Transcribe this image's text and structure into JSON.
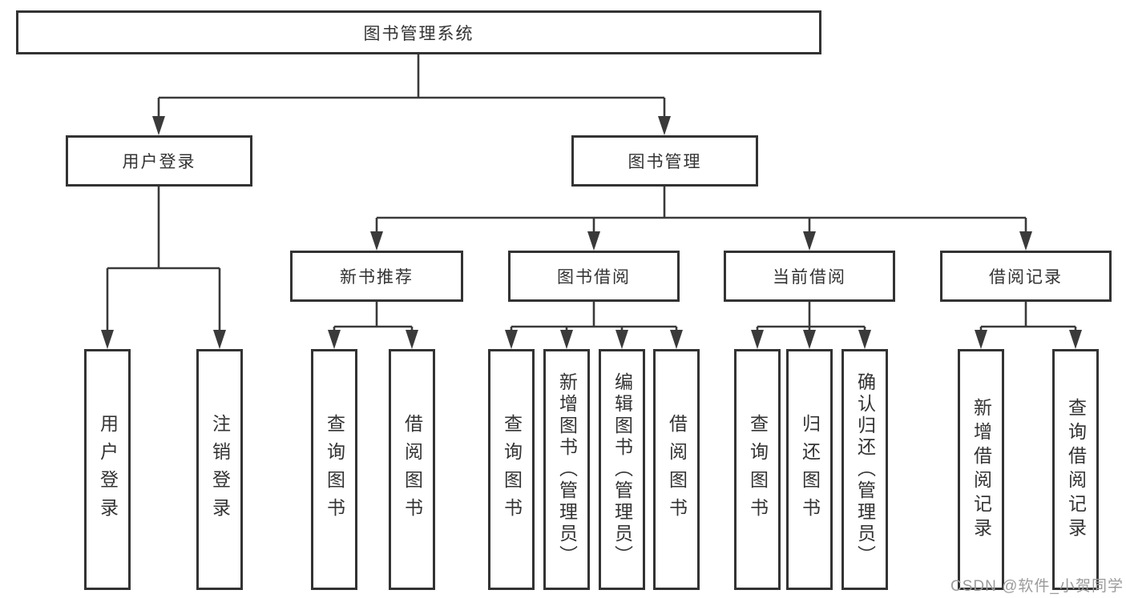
{
  "diagram": {
    "title_node": {
      "label": "图书管理系统"
    },
    "level2": [
      {
        "label": "用户登录"
      },
      {
        "label": "图书管理"
      }
    ],
    "level3": [
      {
        "parent": "图书管理",
        "label": "新书推荐"
      },
      {
        "parent": "图书管理",
        "label": "图书借阅"
      },
      {
        "parent": "图书管理",
        "label": "当前借阅"
      },
      {
        "parent": "图书管理",
        "label": "借阅记录"
      }
    ],
    "leaves": [
      {
        "parent": "用户登录",
        "label": "用户登录"
      },
      {
        "parent": "用户登录",
        "label": "注销登录"
      },
      {
        "parent": "新书推荐",
        "label": "查询图书"
      },
      {
        "parent": "新书推荐",
        "label": "借阅图书"
      },
      {
        "parent": "图书借阅",
        "label": "查询图书"
      },
      {
        "parent": "图书借阅",
        "label": "新增图书（管理员）"
      },
      {
        "parent": "图书借阅",
        "label": "编辑图书（管理员）"
      },
      {
        "parent": "图书借阅",
        "label": "借阅图书"
      },
      {
        "parent": "当前借阅",
        "label": "查询图书"
      },
      {
        "parent": "当前借阅",
        "label": "归还图书"
      },
      {
        "parent": "当前借阅",
        "label": "确认归还（管理员）"
      },
      {
        "parent": "借阅记录",
        "label": "新增借阅记录"
      },
      {
        "parent": "借阅记录",
        "label": "查询借阅记录"
      }
    ]
  },
  "watermark": {
    "text": "CSDN @软件_小贺同学"
  },
  "colors": {
    "line": "#3a3a3a",
    "box_border": "#333333",
    "text": "#333333",
    "background": "#ffffff",
    "watermark": "#9b9b9b"
  }
}
